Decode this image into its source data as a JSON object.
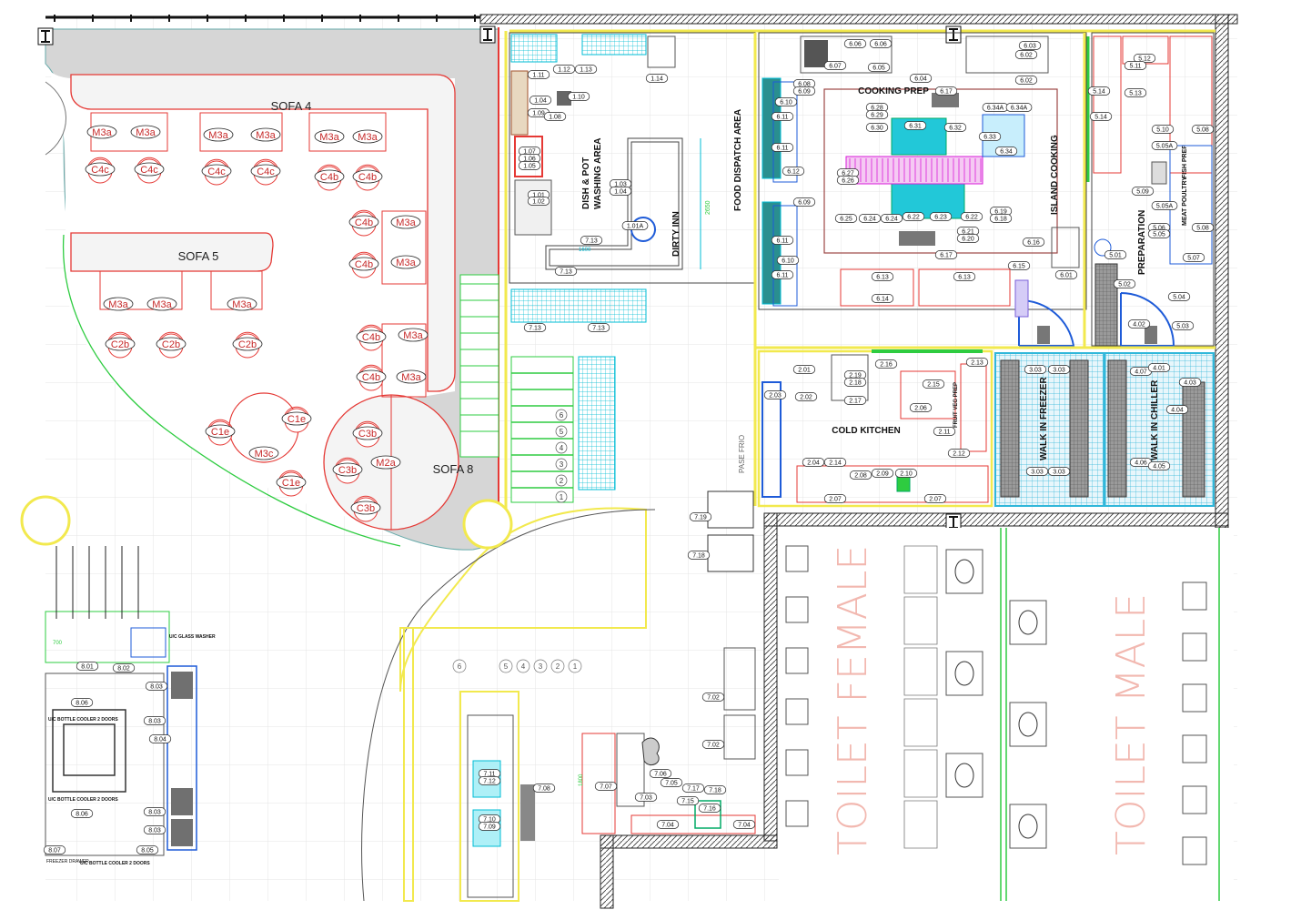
{
  "zones": {
    "sofa4": "SOFA 4",
    "sofa5": "SOFA 5",
    "sofa8": "SOFA 8",
    "dish": "DISH & POT",
    "dish2": "WASHING AREA",
    "dirty": "DIRTY INN",
    "food_dispatch": "FOOD DISPATCH AREA",
    "cooking_prep": "COOKING PREP",
    "island": "ISLAND COOKING",
    "preparation": "PREPARATION",
    "cold_kitchen": "COLD KITCHEN",
    "freezer": "WALK IN FREEZER",
    "chiller": "WALK IN CHILLER",
    "pase": "PASE FRIO",
    "fruit": "FRUIT VEG PREP",
    "fish": "FISH PREP",
    "meat": "MEAT POULTRY",
    "toilet_f": "TOILET FEMALE",
    "toilet_m": "TOILET MALE",
    "glass_washer": "U/C GLASS WASHER",
    "bottle1": "U/C BOTTLE COOLER 2 DOORS",
    "bottle2": "U/C BOTTLE COOLER 2 DOORS",
    "bottle3": "U/C BOTTLE COOLER 2 DOORS",
    "freezer_drawer": "FREEZER DRAWER",
    "dim_2650": "2650",
    "dim_1600": "1600",
    "dim_700": "700",
    "dim_1800": "1800"
  },
  "seating": {
    "m3a": "M3a",
    "c4c": "C4c",
    "c4b": "C4b",
    "c2b": "C2b",
    "c1e": "C1e",
    "m3c": "M3c",
    "c3b": "C3b",
    "m2a": "M2a"
  },
  "step_numbers": [
    "1",
    "2",
    "3",
    "4",
    "5",
    "6"
  ],
  "tags": {
    "t1": "1.11",
    "t2": "1.12",
    "t3": "1.13",
    "t4": "1.14",
    "t5": "1.04",
    "t6": "1.10",
    "t7": "1.09",
    "t8": "1.08",
    "t9": "1.07",
    "t10": "1.06",
    "t11": "1.05",
    "t12": "1.01",
    "t13": "1.02",
    "t14": "1.03",
    "t15": "1.04",
    "t16": "1.01A",
    "t17": "7.13",
    "t18": "7.13",
    "t19": "7.13",
    "t20": "7.13",
    "t21": "6.06",
    "t22": "6.06",
    "t23": "6.05",
    "t24": "6.07",
    "t25": "6.03",
    "t26": "6.04",
    "t27": "6.02",
    "t28": "6.08",
    "t29": "6.09",
    "t30": "6.17",
    "t31": "6.10",
    "t32": "6.11",
    "t33": "6.11",
    "t34": "6.12",
    "t35": "6.09",
    "t36": "6.11",
    "t37": "6.10",
    "t38": "6.11",
    "t39": "6.28",
    "t40": "6.29",
    "t41": "6.30",
    "t42": "6.31",
    "t43": "6.32",
    "t44": "6.34A",
    "t45": "6.34A",
    "t46": "6.33",
    "t47": "6.34",
    "t48": "6.27",
    "t49": "6.26",
    "t50": "6.25",
    "t51": "6.24",
    "t52": "6.24",
    "t53": "6.22",
    "t54": "6.23",
    "t55": "6.22",
    "t56": "6.19",
    "t57": "6.18",
    "t58": "6.21",
    "t59": "6.20",
    "t60": "6.17",
    "t61": "6.16",
    "t62": "6.15",
    "t63": "6.13",
    "t64": "6.13",
    "t65": "6.14",
    "t66": "6.01",
    "t67": "6.02",
    "t68": "5.12",
    "t69": "5.11",
    "t70": "5.14",
    "t71": "5.13",
    "t72": "5.14",
    "t73": "5.10",
    "t74": "5.08",
    "t75": "5.05A",
    "t76": "5.09",
    "t77": "5.05A",
    "t78": "5.06",
    "t79": "5.05",
    "t80": "5.08",
    "t81": "5.07",
    "t82": "5.01",
    "t83": "5.02",
    "t84": "5.04",
    "t85": "5.03",
    "t86": "4.02",
    "t87": "2.01",
    "t88": "2.03",
    "t89": "2.02",
    "t90": "2.19",
    "t91": "2.18",
    "t92": "2.17",
    "t93": "2.16",
    "t94": "2.15",
    "t95": "2.13",
    "t96": "2.06",
    "t97": "2.11",
    "t98": "2.12",
    "t99": "2.04",
    "t100": "2.14",
    "t101": "2.08",
    "t102": "2.09",
    "t103": "2.10",
    "t104": "2.07",
    "t105": "2.07",
    "t106": "3.03",
    "t107": "3.03",
    "t108": "3.03",
    "t109": "3.03",
    "t110": "4.07",
    "t111": "4.01",
    "t112": "4.03",
    "t113": "4.04",
    "t114": "4.06",
    "t115": "4.05",
    "t116": "7.19",
    "t117": "7.18",
    "t118": "7.02",
    "t119": "7.02",
    "t120": "7.11",
    "t121": "7.12",
    "t122": "7.08",
    "t123": "7.10",
    "t124": "7.09",
    "t125": "7.07",
    "t126": "7.06",
    "t127": "7.05",
    "t128": "7.17",
    "t129": "7.18",
    "t130": "7.03",
    "t131": "7.15",
    "t132": "7.16",
    "t133": "7.04",
    "t134": "7.04",
    "t135": "8.01",
    "t136": "8.02",
    "t137": "8.03",
    "t138": "8.06",
    "t139": "8.03",
    "t140": "8.04",
    "t141": "8.06",
    "t142": "8.03",
    "t143": "8.03",
    "t144": "8.05",
    "t145": "8.07"
  },
  "colors": {
    "red": "#e53935",
    "green": "#2ecc40",
    "cyan": "#00bcd4",
    "yellow": "#f2e94e",
    "grey_floor": "#d4d4d4",
    "blue": "#1e5bd8",
    "magenta": "#d81bd8",
    "pink_text": "#f2b8b0"
  }
}
